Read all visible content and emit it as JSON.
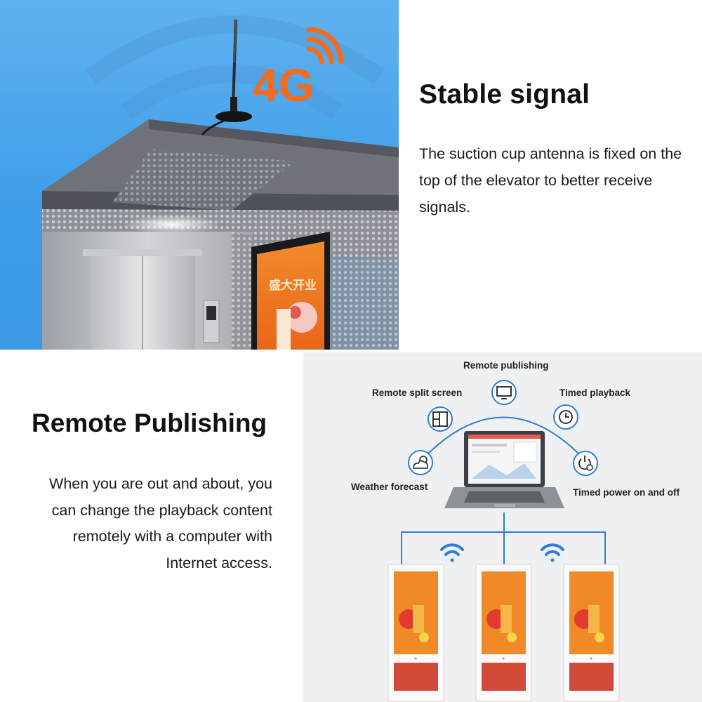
{
  "signal": {
    "badge": "4G",
    "title": "Stable signal",
    "description": "The suction cup antenna is fixed on the top of the elevator to better receive signals.",
    "ad_text": "盛大开业"
  },
  "remote": {
    "title": "Remote Publishing",
    "description_lines": [
      "When you are out and about, you",
      "can change the playback content",
      "remotely with a computer with",
      "Internet access."
    ]
  },
  "features": {
    "remote_publishing": "Remote publishing",
    "remote_split_screen": "Remote split screen",
    "timed_playback": "Timed playback",
    "weather_forecast": "Weather forecast",
    "timed_power": "Timed power on and off"
  },
  "icons": {
    "monitor": "monitor-icon",
    "split_screen": "split-screen-icon",
    "clock": "clock-icon",
    "weather": "weather-icon",
    "power_timer": "power-timer-icon",
    "wifi": "wifi-icon"
  },
  "colors": {
    "sky_blue": "#3f9de8",
    "signal_orange": "#f36b1c",
    "diagram_blue": "#2f7fd2",
    "ad_orange": "#f0821e"
  }
}
